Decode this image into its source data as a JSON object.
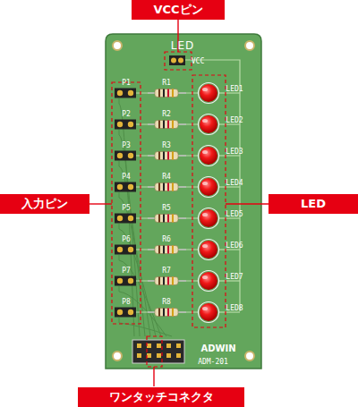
{
  "diagram": {
    "nodes": [
      {
        "text": [
          "VCCピン"
        ]
      },
      {
        "text": [
          "入力ピン"
        ]
      },
      {
        "text": [
          "LED"
        ]
      },
      {
        "text": [
          "ワンタッチコネクタ"
        ]
      }
    ],
    "labels": [
      "LED",
      "VCC",
      "P1",
      "R1",
      "LED1",
      "P2",
      "R2",
      "LED2",
      "P3",
      "R3",
      "LED3",
      "P4",
      "R4",
      "LED4",
      "P5",
      "R5",
      "LED5",
      "P6",
      "R6",
      "LED6",
      "P7",
      "R7",
      "LED7",
      "P8",
      "R8",
      "LED8",
      "ADWIN",
      "ADM-201"
    ]
  }
}
